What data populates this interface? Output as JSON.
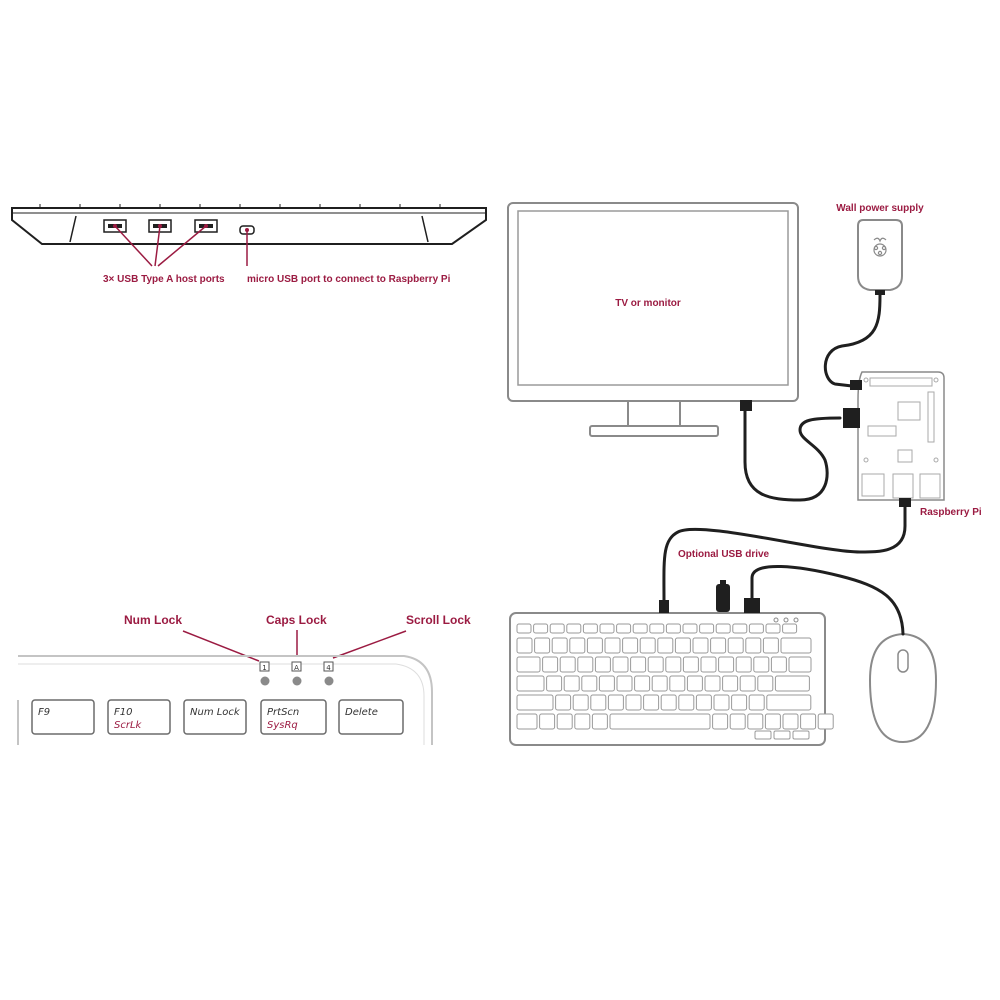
{
  "colors": {
    "accent": "#9b1b42",
    "line": "#1f1f1f",
    "key_outline": "#6b6b6b",
    "led": "#8a8a8a"
  },
  "keyboard_back": {
    "usb_ports_label": "3× USB Type A host ports",
    "micro_usb_label": "micro USB port to connect to Raspberry Pi"
  },
  "indicators": {
    "num_lock_label": "Num Lock",
    "caps_lock_label": "Caps Lock",
    "scroll_lock_label": "Scroll Lock",
    "num_lock_symbol": "1",
    "caps_lock_symbol": "A",
    "scroll_lock_symbol": "4"
  },
  "keys": [
    {
      "main": "F9",
      "sub": ""
    },
    {
      "main": "F10",
      "sub": "ScrLk"
    },
    {
      "main": "Num Lock",
      "sub": ""
    },
    {
      "main": "PrtScn",
      "sub": "SysRq"
    },
    {
      "main": "Delete",
      "sub": ""
    }
  ],
  "setup": {
    "monitor_label": "TV or monitor",
    "power_label": "Wall power supply",
    "pi_label": "Raspberry Pi",
    "usb_drive_label": "Optional USB drive"
  },
  "icons": [
    "usb-a-port-icon",
    "micro-usb-port-icon",
    "raspberry-pi-logo-icon",
    "mouse-icon",
    "keyboard-icon",
    "monitor-icon"
  ]
}
